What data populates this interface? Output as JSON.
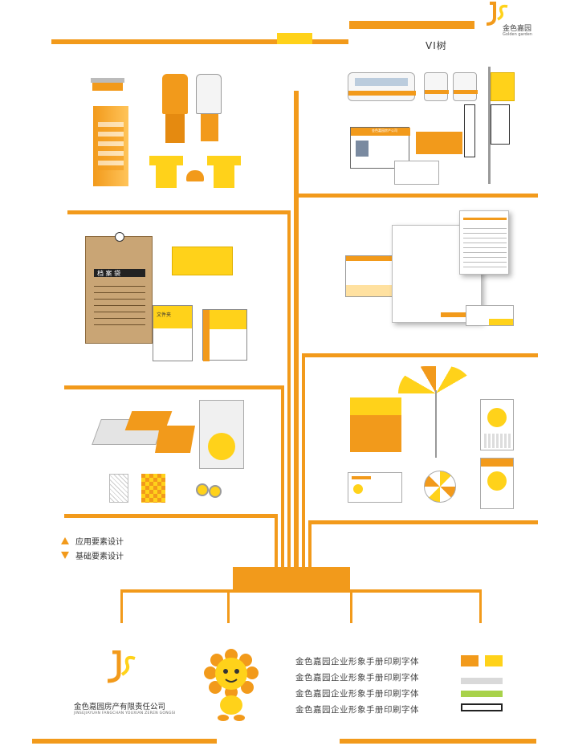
{
  "header": {
    "title": "VI树",
    "brand_cn": "金色嘉园",
    "brand_en": "Golden garden"
  },
  "legend": {
    "item1": "应用要素设计",
    "item2": "基础要素设计"
  },
  "company": {
    "name_cn": "金色嘉园房产有限责任公司",
    "name_en": "JINSEJIAYUAN FANGCHAN YOUXIAN ZEREN GONGSI"
  },
  "font_specimens": [
    "金色嘉园企业形象手册印刷字体",
    "金色嘉园企业形象手册印刷字体",
    "金色嘉园企业形象手册印刷字体",
    "金色嘉园企业形象手册印刷字体"
  ],
  "colors": {
    "orange": "#f29a1b",
    "yellow": "#ffd21a",
    "gray": "#d9d9d9",
    "green": "#a8d24a"
  },
  "mockups": {
    "archive_bag": "档 案 袋",
    "folder": "文件夹",
    "id_card": "金色嘉园房产公司"
  }
}
